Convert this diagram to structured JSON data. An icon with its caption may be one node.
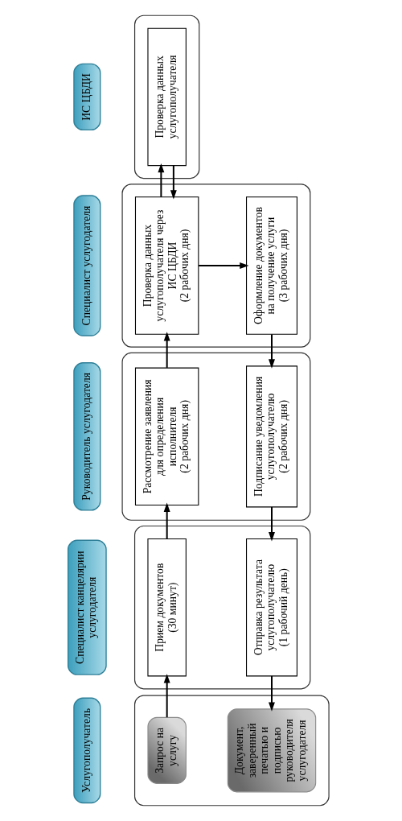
{
  "diagram": {
    "nodes": [
      {
        "text": [
          "Услугополучатель"
        ]
      },
      {
        "text": [],
        "shape": "box"
      },
      {
        "text": [
          "Запрос на услугу"
        ],
        "in": 1
      },
      {
        "text": [
          "Документ, заверенный печатью и подписью руководителя услугодателя"
        ],
        "in": 1
      },
      {
        "text": [
          "Специалист канцелярии услугодателя"
        ]
      },
      {
        "text": [],
        "shape": "box"
      },
      {
        "text": [
          "Прием документов (30 минут)"
        ],
        "in": 5
      },
      {
        "text": [
          "Отправка результата услугополучателю (1 рабочий день)"
        ],
        "in": 5
      },
      {
        "text": [
          "Руководитель услугодателя"
        ]
      },
      {
        "text": [],
        "shape": "box"
      },
      {
        "text": [
          "Рассмотрение заявления для определения исполнителя (2 рабочих дня)"
        ],
        "in": 9
      },
      {
        "text": [
          "Подписание уведомления услугополучателю (2 рабочих дня)"
        ],
        "in": 9
      },
      {
        "text": [
          "Специалист услугодателя"
        ]
      },
      {
        "text": [],
        "shape": "box"
      },
      {
        "text": [
          "Проверка данных услугополучателя через ИС ЦБДИ (2 рабочих дня)"
        ],
        "in": 13
      },
      {
        "text": [
          "Оформление документов на получение услуги (3 рабочих дня)"
        ],
        "in": 13
      },
      {
        "text": [
          "ИС ЦБДИ"
        ]
      },
      {
        "text": [],
        "shape": "box"
      },
      {
        "text": [
          "Проверка данных услугополучателя"
        ],
        "in": 17
      }
    ],
    "edges": [
      {
        "from": 2,
        "to": 6,
        "arrow": "to"
      },
      {
        "from": 6,
        "to": 10,
        "arrow": "to"
      },
      {
        "from": 10,
        "to": 14,
        "arrow": "to"
      },
      {
        "from": 14,
        "to": 18,
        "arrow": "to"
      },
      {
        "from": 18,
        "to": 14,
        "arrow": "to"
      },
      {
        "from": 14,
        "to": 15,
        "arrow": "to"
      },
      {
        "from": 15,
        "to": 11,
        "arrow": "to"
      },
      {
        "from": 11,
        "to": 7,
        "arrow": "to"
      },
      {
        "from": 7,
        "to": 3,
        "arrow": "to"
      }
    ]
  }
}
